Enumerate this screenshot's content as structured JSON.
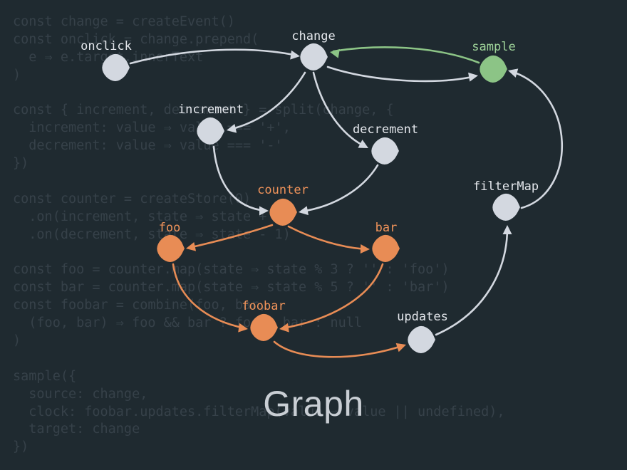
{
  "title": "Graph",
  "colors": {
    "background": "#1f2a30",
    "code_text": "#364149",
    "grey_node": "#d3d8e0",
    "grey_edge": "#d3d8e0",
    "grey_label": "#e4e7ec",
    "orange_node": "#e88c55",
    "orange_label": "#f0935a",
    "green_node": "#8cc486",
    "green_label": "#9fd49a"
  },
  "code_lines": [
    "const change = createEvent()",
    "const onclick = change.prepend(",
    "  e ⇒ e.target.innerText",
    ")",
    "",
    "const { increment, decrement } = split(change, {",
    "  increment: value ⇒ value === '+',",
    "  decrement: value ⇒ value === '-'",
    "})",
    "",
    "const counter = createStore(0)",
    "  .on(increment, state ⇒ state + 1)",
    "  .on(decrement, state ⇒ state - 1)",
    "",
    "const foo = counter.map(state ⇒ state % 3 ? '' : 'foo')",
    "const bar = counter.map(state ⇒ state % 5 ? '' : 'bar')",
    "const foobar = combine(foo, bar,",
    "  (foo, bar) ⇒ foo && bar ? foo + bar : null",
    ")",
    "",
    "sample({",
    "  source: change,",
    "  clock: foobar.updates.filterMap(value ⇒ value || undefined),",
    "  target: change",
    "})"
  ],
  "nodes": [
    {
      "id": "onclick",
      "label": "onclick",
      "color": "grey"
    },
    {
      "id": "change",
      "label": "change",
      "color": "grey"
    },
    {
      "id": "sample",
      "label": "sample",
      "color": "green"
    },
    {
      "id": "increment",
      "label": "increment",
      "color": "grey"
    },
    {
      "id": "decrement",
      "label": "decrement",
      "color": "grey"
    },
    {
      "id": "counter",
      "label": "counter",
      "color": "orange"
    },
    {
      "id": "foo",
      "label": "foo",
      "color": "orange"
    },
    {
      "id": "bar",
      "label": "bar",
      "color": "orange"
    },
    {
      "id": "foobar",
      "label": "foobar",
      "color": "orange"
    },
    {
      "id": "updates",
      "label": "updates",
      "color": "grey"
    },
    {
      "id": "filterMap",
      "label": "filterMap",
      "color": "grey"
    }
  ],
  "edges": [
    {
      "from": "onclick",
      "to": "change",
      "color": "grey"
    },
    {
      "from": "change",
      "to": "sample",
      "color": "grey"
    },
    {
      "from": "sample",
      "to": "change",
      "color": "green"
    },
    {
      "from": "change",
      "to": "increment",
      "color": "grey"
    },
    {
      "from": "change",
      "to": "decrement",
      "color": "grey"
    },
    {
      "from": "increment",
      "to": "counter",
      "color": "grey"
    },
    {
      "from": "decrement",
      "to": "counter",
      "color": "grey"
    },
    {
      "from": "counter",
      "to": "foo",
      "color": "orange"
    },
    {
      "from": "counter",
      "to": "bar",
      "color": "orange"
    },
    {
      "from": "foo",
      "to": "foobar",
      "color": "orange"
    },
    {
      "from": "bar",
      "to": "foobar",
      "color": "orange"
    },
    {
      "from": "foobar",
      "to": "updates",
      "color": "orange"
    },
    {
      "from": "updates",
      "to": "filterMap",
      "color": "grey"
    },
    {
      "from": "filterMap",
      "to": "sample",
      "color": "grey"
    }
  ]
}
